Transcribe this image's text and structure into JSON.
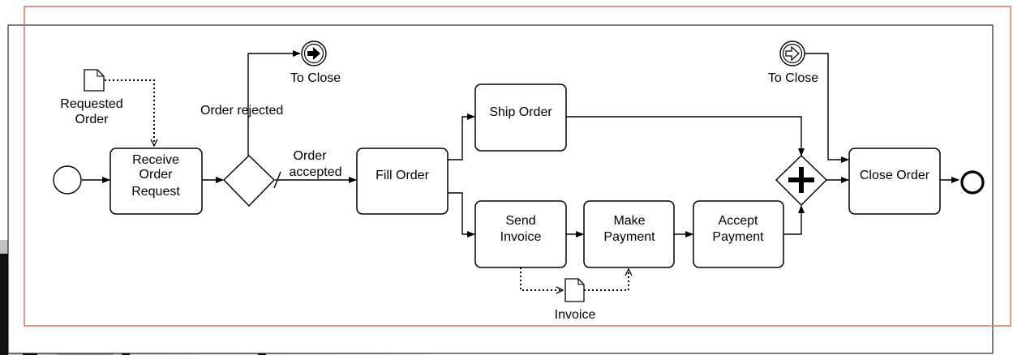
{
  "diagram": {
    "tasks": {
      "receive_order": [
        "Receive",
        "Order",
        "Request"
      ],
      "fill_order": [
        "Fill Order"
      ],
      "ship_order": [
        "Ship Order"
      ],
      "send_invoice": [
        "Send",
        "Invoice"
      ],
      "make_payment": [
        "Make",
        "Payment"
      ],
      "accept_payment": [
        "Accept",
        "Payment"
      ],
      "close_order": [
        "Close Order"
      ]
    },
    "data_objects": {
      "requested_order": [
        "Requested",
        "Order"
      ],
      "invoice": [
        "Invoice"
      ]
    },
    "flow_labels": {
      "order_rejected": "Order rejected",
      "order_accepted": [
        "Order",
        "accepted"
      ]
    },
    "events": {
      "to_close_throw": "To Close",
      "to_close_catch": "To Close"
    },
    "colors": {
      "stroke": "#000000",
      "frame_accent": "#d9735c",
      "background": "#ffffff"
    }
  }
}
